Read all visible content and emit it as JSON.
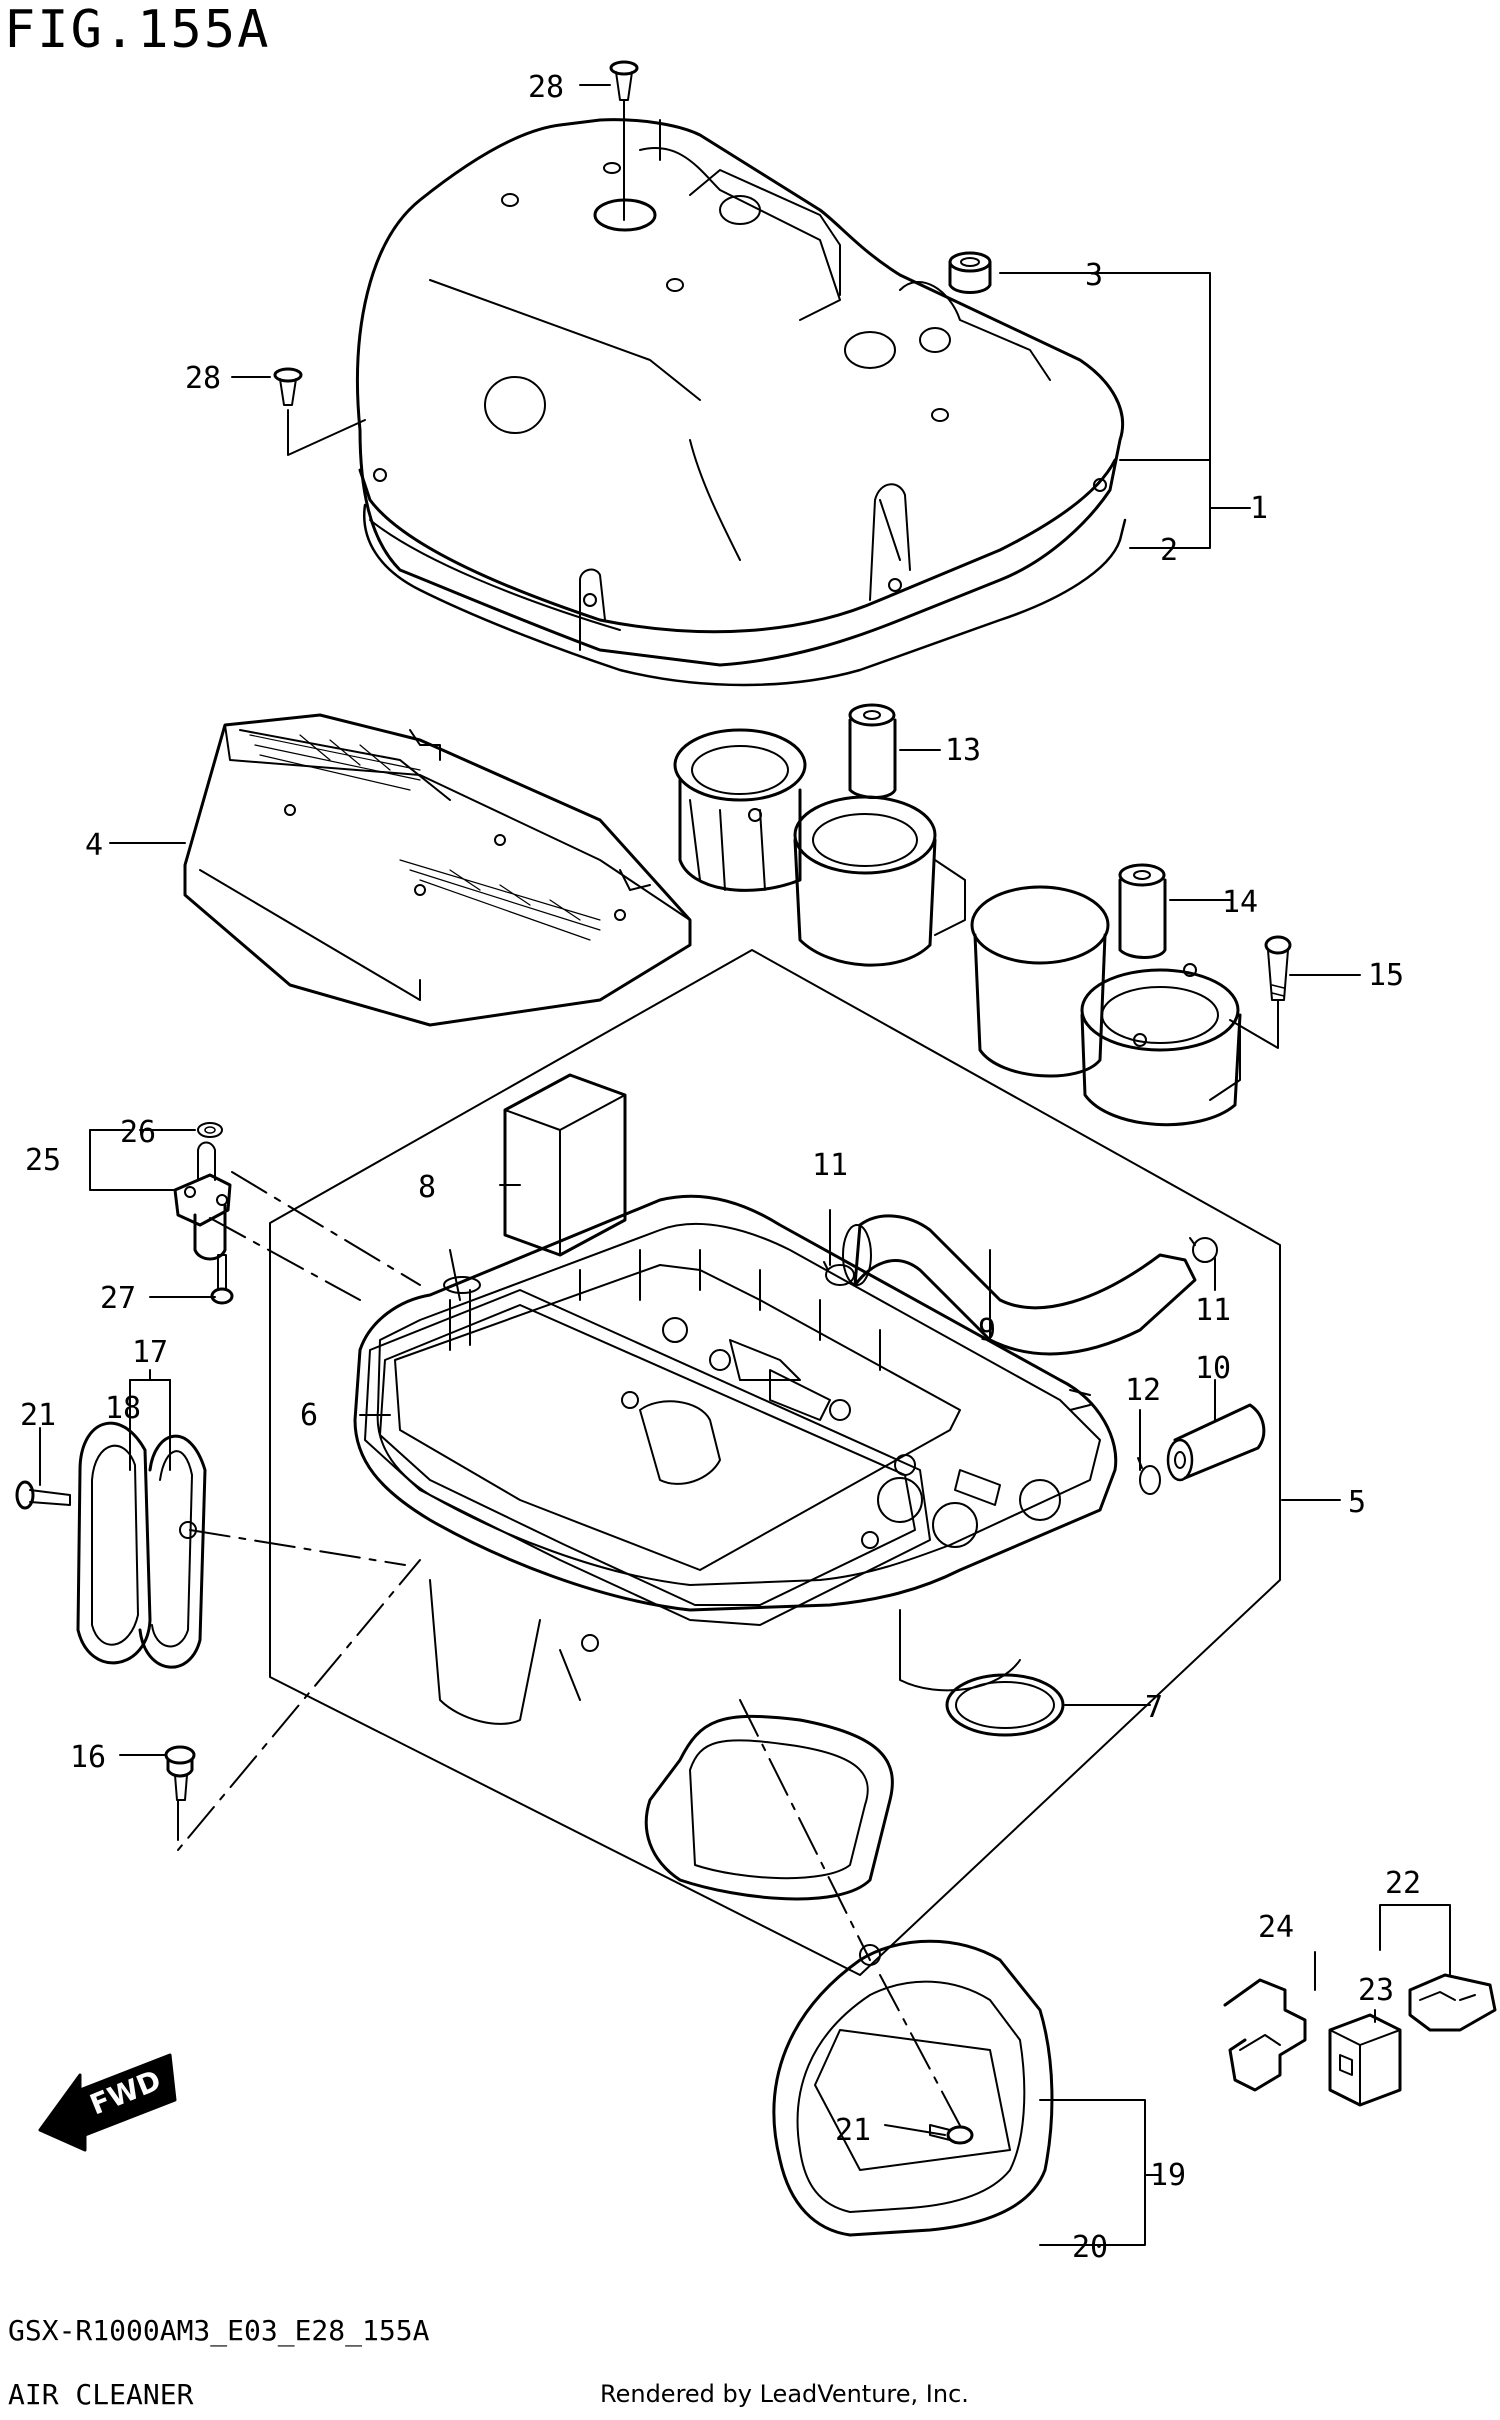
{
  "title": "FIG.155A",
  "footer": {
    "model_code": "GSX-R1000AM3_E03_E28_155A",
    "section_name": "AIR CLEANER",
    "credit": "Rendered by LeadVenture, Inc."
  },
  "fwd_label": "FWD",
  "callouts": {
    "c1": "1",
    "c2": "2",
    "c3": "3",
    "c4": "4",
    "c5": "5",
    "c6": "6",
    "c7": "7",
    "c8": "8",
    "c9": "9",
    "c10": "10",
    "c11a": "11",
    "c11b": "11",
    "c12": "12",
    "c13": "13",
    "c14": "14",
    "c15": "15",
    "c16": "16",
    "c17": "17",
    "c18": "18",
    "c19": "19",
    "c20": "20",
    "c21a": "21",
    "c21b": "21",
    "c22": "22",
    "c23": "23",
    "c24": "24",
    "c25": "25",
    "c26": "26",
    "c27": "27",
    "c28a": "28",
    "c28b": "28"
  }
}
